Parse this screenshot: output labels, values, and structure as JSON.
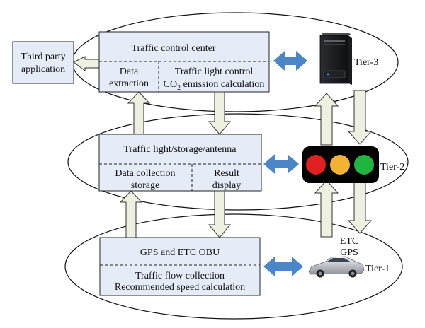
{
  "third_party": {
    "line1": "Third party",
    "line2": "application"
  },
  "tier3": {
    "label": "Tier-3",
    "title": "Traffic control center",
    "data_extraction_line1": "Data",
    "data_extraction_line2": "extraction",
    "control_line1": "Traffic light control",
    "co2_prefix": "CO",
    "co2_sub": "2",
    "co2_suffix": " emission calculation"
  },
  "tier2": {
    "label": "Tier-2",
    "title": "Traffic light/storage/antenna",
    "collection_line1": "Data collection",
    "collection_line2": "storage",
    "result_line1": "Result",
    "result_line2": "display"
  },
  "tier1": {
    "label": "Tier-1",
    "title": "GPS and ETC OBU",
    "line1": "Traffic flow collection",
    "line2": "Recommended speed calculation",
    "etc": "ETC",
    "gps": "GPS"
  },
  "colors": {
    "box_fill": "#e6ecf7",
    "blue_arrow": "#4a86c8",
    "tan_arrow": "#eef1df",
    "light_red": "#e02020",
    "light_yellow": "#f2b233",
    "light_green": "#1fb540"
  },
  "icons": [
    "server-icon",
    "traffic-light-icon",
    "car-icon"
  ]
}
